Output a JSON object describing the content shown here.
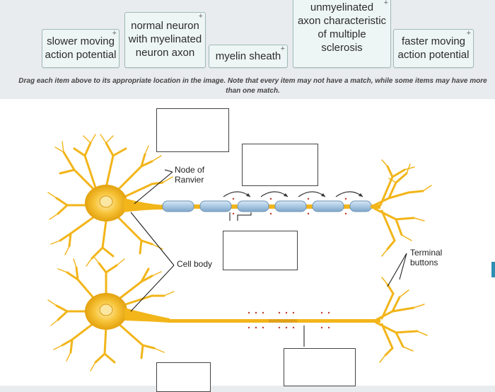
{
  "tiles": [
    {
      "lines": [
        "slower moving",
        "action potential"
      ]
    },
    {
      "lines": [
        "normal neuron",
        "with myelinated",
        "neuron axon"
      ]
    },
    {
      "lines": [
        "myelin sheath"
      ]
    },
    {
      "lines": [
        "unmyelinated",
        "axon characteristic",
        "of multiple",
        "sclerosis"
      ]
    },
    {
      "lines": [
        "faster moving",
        "action potential"
      ]
    }
  ],
  "tile_icon": "plus-icon",
  "instructions": {
    "line1": "Drag each item above to its appropriate location in the image. Note that every item may not have a match, while some items may have more",
    "line2": "than one match."
  },
  "diagram": {
    "labels": {
      "node": "Node of Ranvier",
      "cell_body": "Cell body",
      "terminal": "Terminal buttons"
    },
    "colors": {
      "neuron": "#f2b51a",
      "neuron_light": "#fbd66a",
      "myelin": "#a9c9e4",
      "myelin_edge": "#6f93b5",
      "signal": "#c0392b",
      "arrow": "#333333"
    }
  }
}
